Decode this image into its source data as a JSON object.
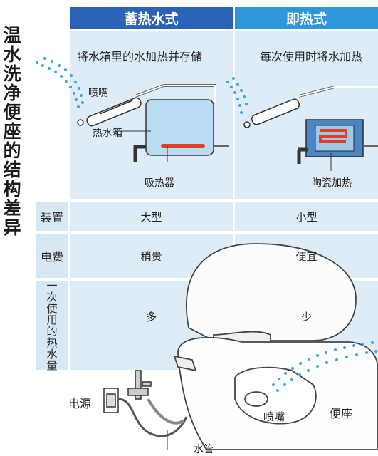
{
  "title_chars": [
    "温",
    "水",
    "洗",
    "净",
    "便",
    "座",
    "的",
    "结",
    "构",
    "差",
    "异"
  ],
  "headers": {
    "storage": "蓄热水式",
    "instant": "即热式"
  },
  "descriptions": {
    "storage": "将水箱里的水加热并存储",
    "instant": "每次使用时将水加热"
  },
  "storage_diagram": {
    "nozzle": "喷嘴",
    "tank": "热水箱",
    "heater": "吸热器"
  },
  "instant_diagram": {
    "heater": "陶瓷加热"
  },
  "rows": [
    {
      "label": "装置",
      "storage": "大型",
      "instant": "小型"
    },
    {
      "label": "电费",
      "storage": "稍贵",
      "instant": "便宜"
    },
    {
      "label_chars": [
        "一",
        "次",
        "使",
        "用",
        "的",
        "热",
        "水",
        "量"
      ],
      "storage": "多",
      "instant": "少"
    }
  ],
  "toilet_labels": {
    "power": "电源",
    "nozzle": "喷嘴",
    "seat": "便座",
    "pipe": "水管"
  },
  "colors": {
    "header_storage": "#2a63b6",
    "header_instant": "#2e97dc",
    "panel": "#deecf8",
    "water_spray": "#3aa6e0",
    "heater": "#e2401c"
  }
}
